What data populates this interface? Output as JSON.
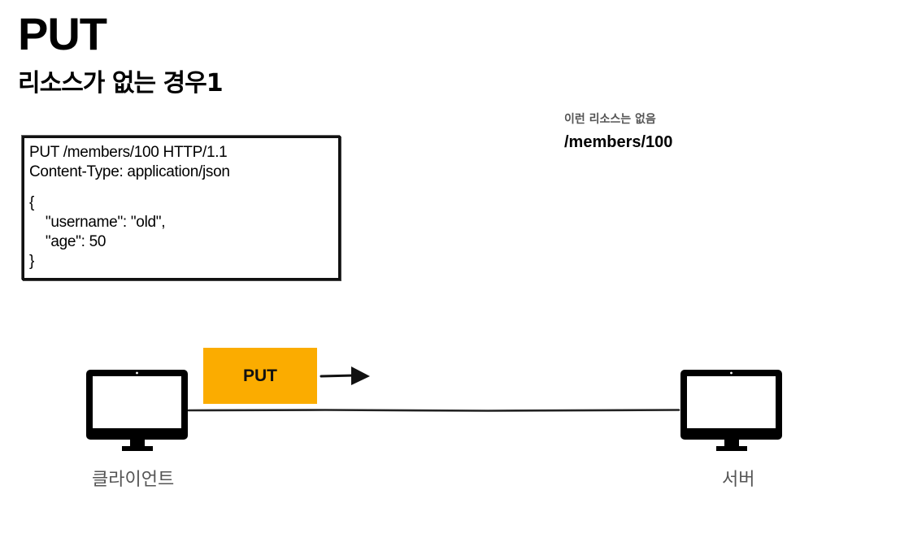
{
  "slide": {
    "title": "PUT",
    "subtitle": "리소스가 없는 경우1"
  },
  "request": {
    "lines": [
      "PUT /members/100 HTTP/1.1",
      "Content-Type: application/json",
      "",
      "{",
      "    \"username\": \"old\",",
      "    \"age\": 50",
      "}"
    ]
  },
  "server_state": {
    "note": "이런 리소스는 없음",
    "resource_path": "/members/100"
  },
  "diagram": {
    "method_label": "PUT",
    "method_color": "#fbac00",
    "client": {
      "label": "클라이언트",
      "icon": "monitor-icon"
    },
    "server": {
      "label": "서버",
      "icon": "monitor-icon"
    }
  }
}
